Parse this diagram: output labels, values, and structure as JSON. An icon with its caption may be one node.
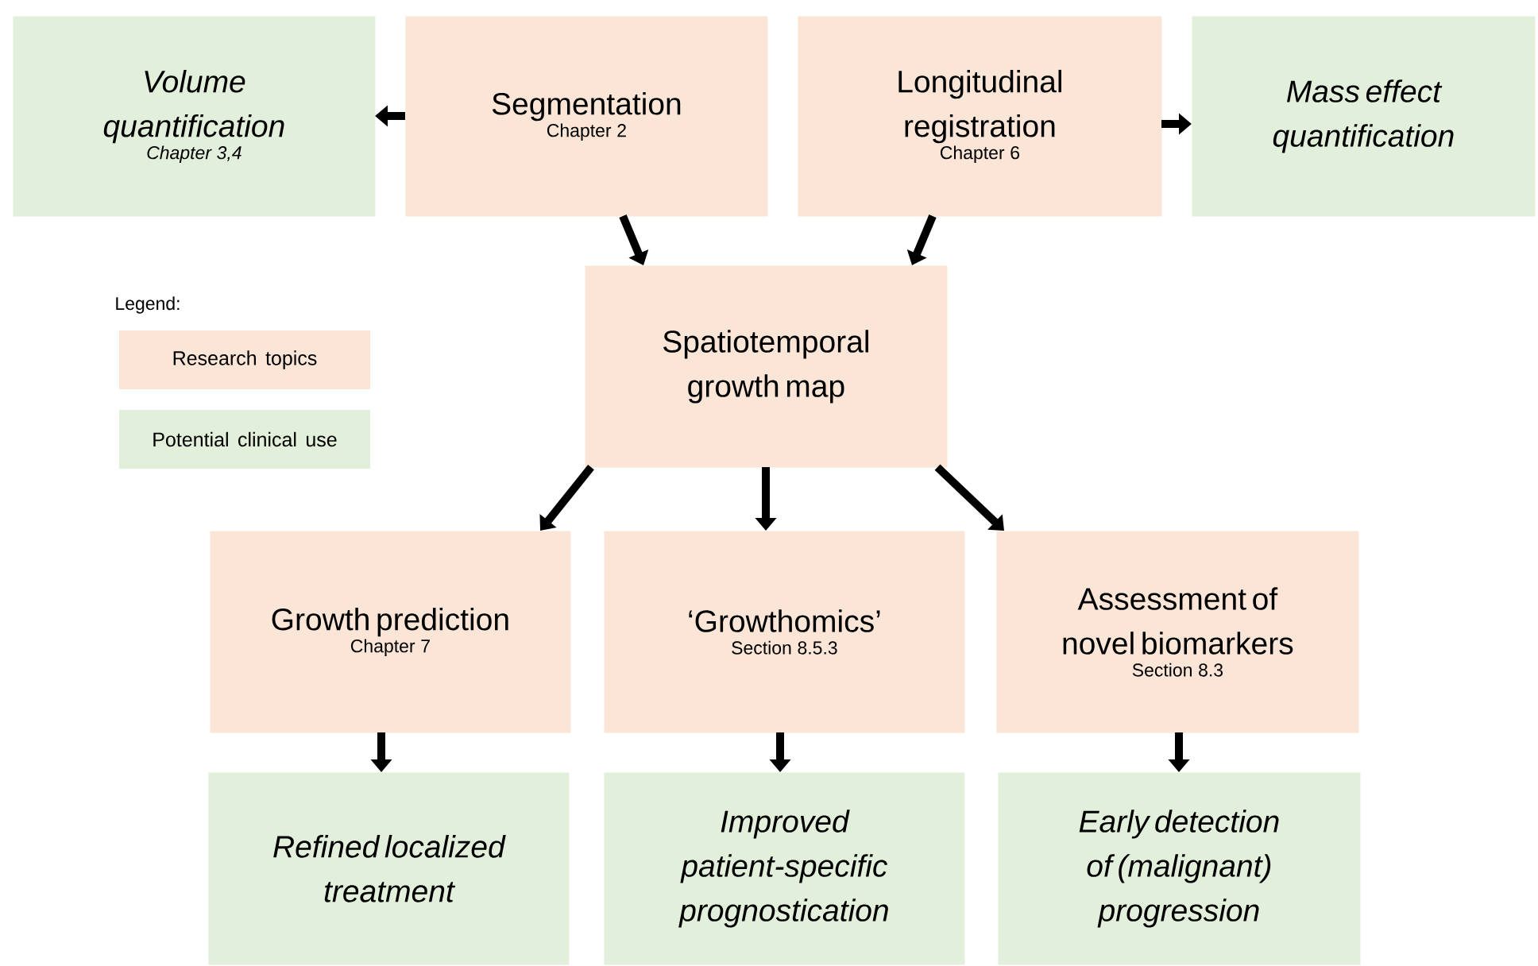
{
  "diagram": {
    "nodes": [
      {
        "text": [
          "Volume quantification",
          "Chapter 3,4"
        ]
      },
      {
        "text": [
          "Segmentation",
          "Chapter 2"
        ]
      },
      {
        "text": [
          "Longitudinal registration",
          "Chapter 6"
        ]
      },
      {
        "text": [
          "Mass effect quantification"
        ]
      },
      {
        "text": [
          "Spatiotemporal growth map"
        ]
      },
      {
        "text": [
          "Growth prediction",
          "Chapter 7"
        ]
      },
      {
        "text": [
          "‘Growthomics’",
          "Section 8.5.3"
        ]
      },
      {
        "text": [
          "Assessment of novel biomarkers",
          "Section 8.3"
        ]
      },
      {
        "text": [
          "Refined localized treatment"
        ]
      },
      {
        "text": [
          "Improved patient-specific prognostication"
        ]
      },
      {
        "text": [
          "Early detection of (malignant) progression"
        ]
      }
    ],
    "edges": [
      {
        "from": 1,
        "to": 0,
        "arrow": "to"
      },
      {
        "from": 2,
        "to": 3,
        "arrow": "to"
      },
      {
        "from": 1,
        "to": 4,
        "arrow": "to"
      },
      {
        "from": 2,
        "to": 4,
        "arrow": "to"
      },
      {
        "from": 4,
        "to": 5,
        "arrow": "to"
      },
      {
        "from": 4,
        "to": 6,
        "arrow": "to"
      },
      {
        "from": 4,
        "to": 7,
        "arrow": "to"
      },
      {
        "from": 5,
        "to": 8,
        "arrow": "to"
      },
      {
        "from": 6,
        "to": 9,
        "arrow": "to"
      },
      {
        "from": 7,
        "to": 10,
        "arrow": "to"
      }
    ],
    "labels": [
      "Legend:"
    ],
    "legend": [
      {
        "text": "Research topics",
        "color": "#fbe5d6"
      },
      {
        "text": "Potential clinical use",
        "color": "#e2efda"
      }
    ]
  }
}
